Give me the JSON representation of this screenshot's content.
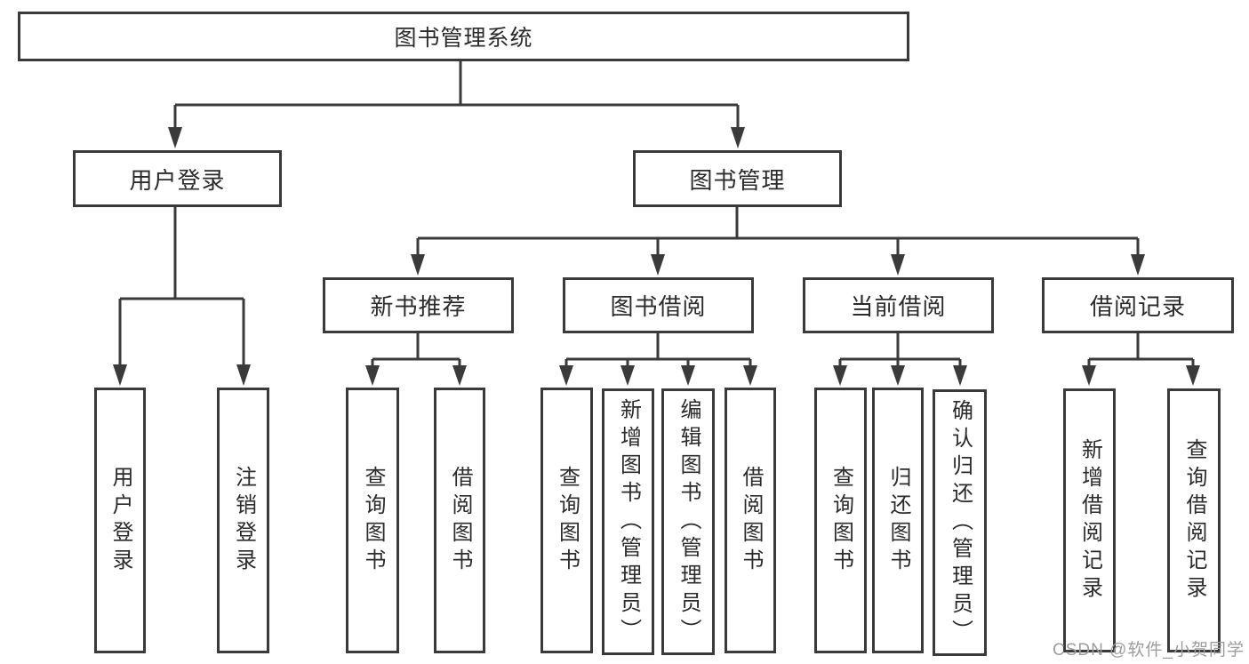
{
  "diagram": {
    "title": "图书管理系统",
    "level2": [
      {
        "label": "用户登录",
        "parent": "图书管理系统"
      },
      {
        "label": "图书管理",
        "parent": "图书管理系统"
      }
    ],
    "level3": [
      {
        "label": "新书推荐",
        "parent": "图书管理"
      },
      {
        "label": "图书借阅",
        "parent": "图书管理"
      },
      {
        "label": "当前借阅",
        "parent": "图书管理"
      },
      {
        "label": "借阅记录",
        "parent": "图书管理"
      }
    ],
    "leaves": [
      {
        "label": "用户登录",
        "parent": "用户登录"
      },
      {
        "label": "注销登录",
        "parent": "用户登录"
      },
      {
        "label": "查询图书",
        "parent": "新书推荐"
      },
      {
        "label": "借阅图书",
        "parent": "新书推荐"
      },
      {
        "label": "查询图书",
        "parent": "图书借阅"
      },
      {
        "label": "新增图书（管理员）",
        "parent": "图书借阅"
      },
      {
        "label": "编辑图书（管理员）",
        "parent": "图书借阅"
      },
      {
        "label": "借阅图书",
        "parent": "图书借阅"
      },
      {
        "label": "查询图书",
        "parent": "当前借阅"
      },
      {
        "label": "归还图书",
        "parent": "当前借阅"
      },
      {
        "label": "确认归还（管理员）",
        "parent": "当前借阅"
      },
      {
        "label": "新增借阅记录",
        "parent": "借阅记录"
      },
      {
        "label": "查询借阅记录",
        "parent": "借阅记录"
      }
    ],
    "watermark": "CSDN @软件_小贺同学",
    "colors": {
      "line": "#3a3a3a",
      "text": "#2b2b2b",
      "box_fill": "#ffffff",
      "watermark": "#9d9d9d"
    }
  }
}
